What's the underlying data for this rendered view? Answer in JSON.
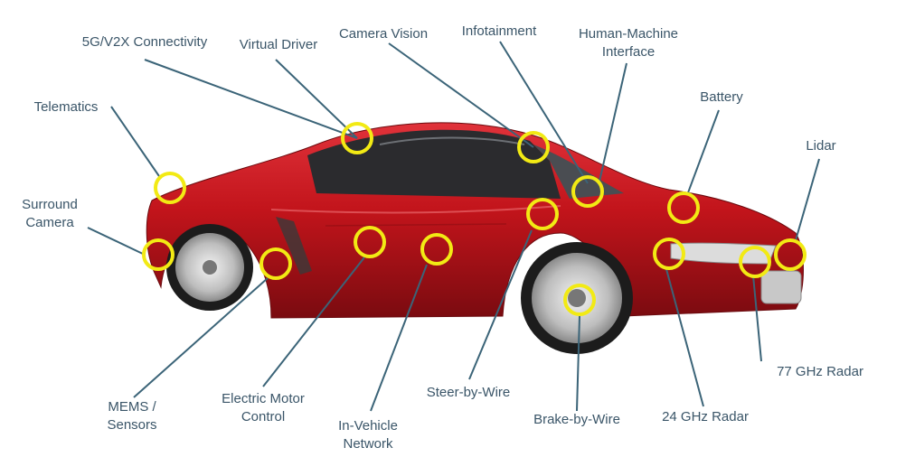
{
  "colors": {
    "car_body": "#c2141b",
    "leader_line": "#3b6478",
    "marker_ring": "#f2ea14",
    "label_text": "#3a5568"
  },
  "labels": {
    "connectivity": "5G/V2X Connectivity",
    "virtual_driver": "Virtual Driver",
    "camera_vision": "Camera Vision",
    "infotainment": "Infotainment",
    "hmi": "Human-Machine\nInterface",
    "battery": "Battery",
    "lidar": "Lidar",
    "telematics": "Telematics",
    "surround_camera": "Surround\nCamera",
    "mems_sensors": "MEMS /\nSensors",
    "electric_motor": "Electric Motor\nControl",
    "in_vehicle_network": "In-Vehicle\nNetwork",
    "steer_by_wire": "Steer-by-Wire",
    "brake_by_wire": "Brake-by-Wire",
    "radar_24": "24 GHz Radar",
    "radar_77": "77 GHz Radar"
  }
}
